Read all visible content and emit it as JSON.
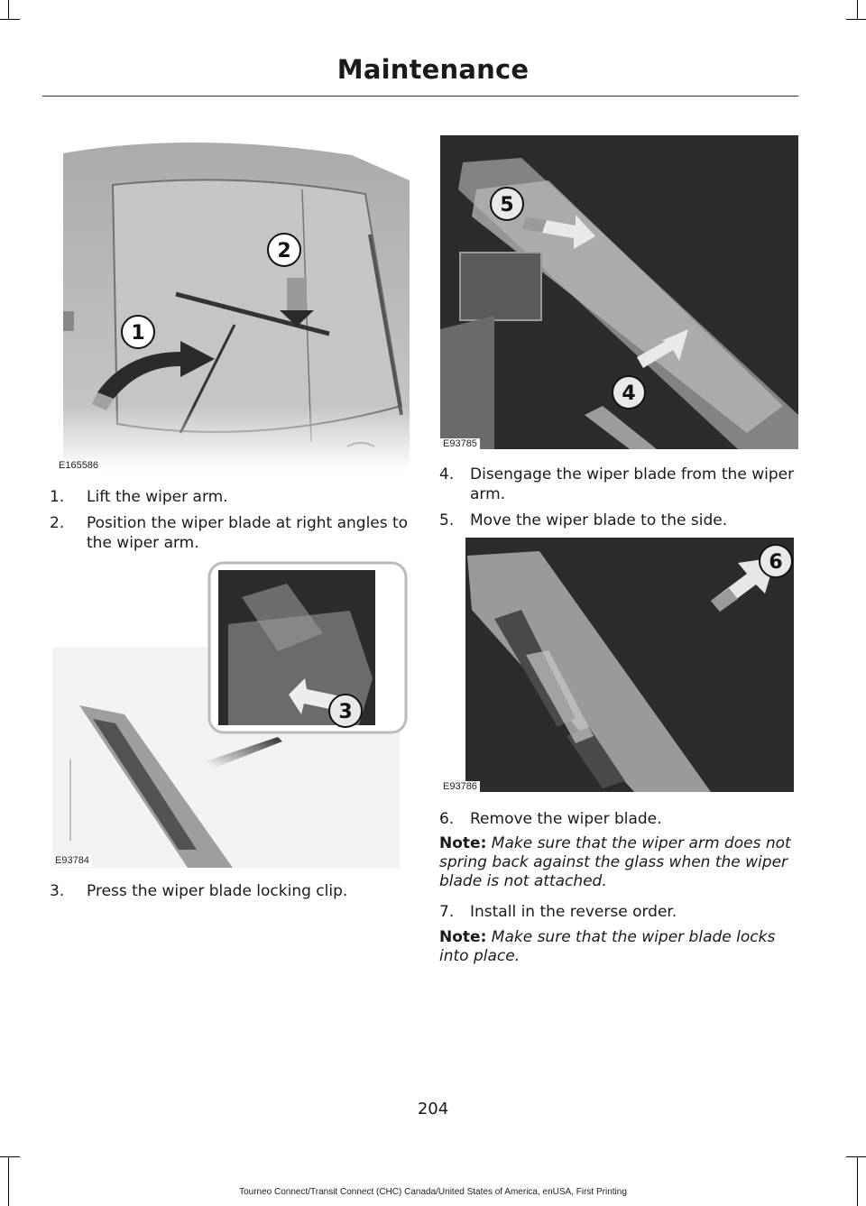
{
  "header": {
    "title": "Maintenance"
  },
  "figures": {
    "fig1": {
      "code": "E165586",
      "callouts": [
        "1",
        "2"
      ]
    },
    "fig2": {
      "code": "E93784",
      "callouts": [
        "3"
      ]
    },
    "fig3": {
      "code": "E93785",
      "callouts": [
        "5",
        "4"
      ]
    },
    "fig4": {
      "code": "E93786",
      "callouts": [
        "6"
      ]
    }
  },
  "steps": {
    "s1": {
      "num": "1.",
      "text": "Lift the wiper arm."
    },
    "s2": {
      "num": "2.",
      "text": "Position the wiper blade at right angles to the wiper arm."
    },
    "s3": {
      "num": "3.",
      "text": "Press the wiper blade locking clip."
    },
    "s4": {
      "num": "4.",
      "text": "Disengage the wiper blade from the wiper arm."
    },
    "s5": {
      "num": "5.",
      "text": "Move the wiper blade to the side."
    },
    "s6": {
      "num": "6.",
      "text": "Remove the wiper blade."
    },
    "s7": {
      "num": "7.",
      "text": "Install in the reverse order."
    }
  },
  "notes": {
    "n1": {
      "label": "Note:",
      "text": "Make sure that the wiper arm does not spring back against the glass when the wiper blade is not attached."
    },
    "n2": {
      "label": "Note:",
      "text": "Make sure that the wiper blade locks into place."
    }
  },
  "page_number": "204",
  "footer": "Tourneo Connect/Transit Connect (CHC) Canada/United States of America, enUSA, First Printing"
}
